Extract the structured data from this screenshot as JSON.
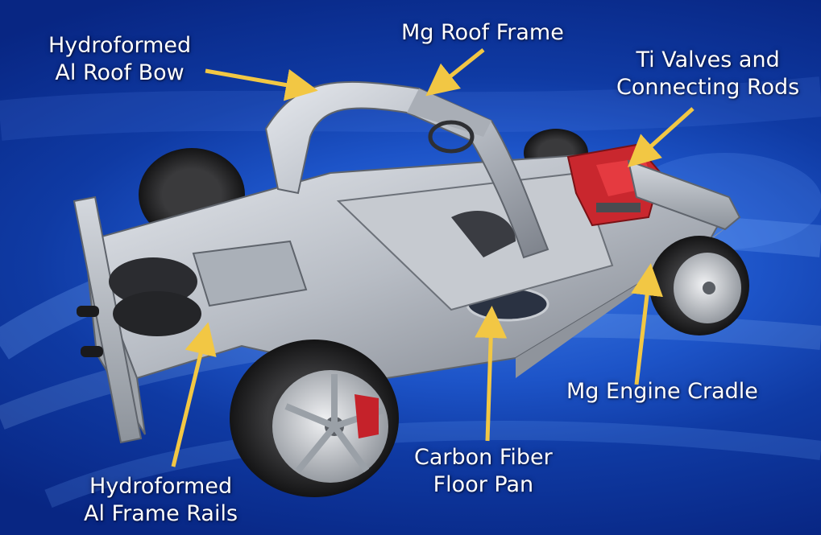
{
  "image": {
    "subject": "Vehicle chassis with labeled lightweight material components",
    "colors": {
      "background_dark": "#0a2a8a",
      "background_light": "#3d7be6",
      "arrow": "#f2c744",
      "engine_red": "#d8232a",
      "label_text": "#ffffff"
    }
  },
  "callouts": {
    "roof_bow": {
      "line1": "Hydroformed",
      "line2": "Al Roof Bow"
    },
    "roof_frame": {
      "line1": "Mg Roof Frame"
    },
    "ti_valves": {
      "line1": "Ti Valves and",
      "line2": "Connecting Rods"
    },
    "cradle": {
      "line1": "Mg Engine Cradle"
    },
    "floor_pan": {
      "line1": "Carbon Fiber",
      "line2": "Floor Pan"
    },
    "frame_rails": {
      "line1": "Hydroformed",
      "line2": "Al Frame Rails"
    }
  }
}
